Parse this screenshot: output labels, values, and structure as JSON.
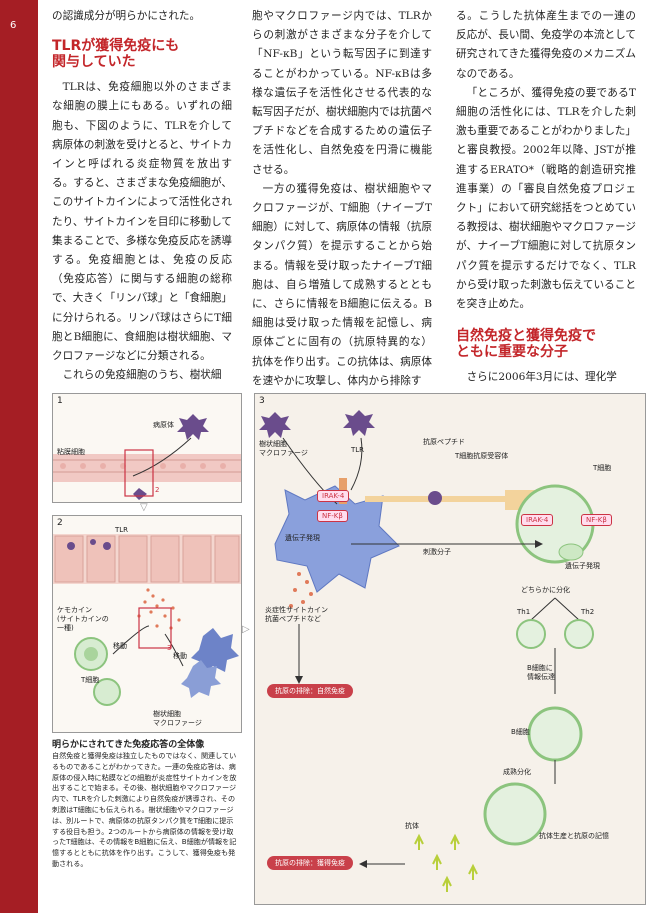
{
  "page_number": "6",
  "col1": {
    "lead": "の認識成分が明らかにされた。",
    "heading1_line1": "TLRが獲得免疫にも",
    "heading1_line2": "関与していた",
    "p1": "TLRは、免疫細胞以外のさまざまな細胞の膜上にもある。いずれの細胞も、下図のように、TLRを介して病原体の刺激を受けとると、サイトカインと呼ばれる炎症物質を放出する。すると、さまざまな免疫細胞が、このサイトカインによって活性化されたり、サイトカインを目印に移動して集まることで、多様な免疫反応を誘導する。免疫細胞とは、免疫の反応（免疫応答）に関与する細胞の総称で、大きく「リンパ球」と「食細胞」に分けられる。リンパ球はさらにT細胞とB細胞に、食細胞は樹状細胞、マクロファージなどに分類される。",
    "p2": "これらの免疫細胞のうち、樹状細"
  },
  "col2": {
    "p1": "胞やマクロファージ内では、TLRからの刺激がさまざまな分子を介して「NF-κB」という転写因子に到達することがわかっている。NF-κBは多様な遺伝子を活性化させる代表的な転写因子だが、樹状細胞内では抗菌ペプチドなどを合成するための遺伝子を活性化し、自然免疫を円滑に機能させる。",
    "p2": "一方の獲得免疫は、樹状細胞やマクロファージが、T細胞（ナイーブT細胞）に対して、病原体の情報（抗原タンパク質）を提示することから始まる。情報を受け取ったナイーブT細胞は、自ら増殖して成熟するとともに、さらに情報をB細胞に伝える。B細胞は受け取った情報を記憶し、病原体ごとに固有の（抗原特異的な）抗体を作り出す。この抗体は、病原体を速やかに攻撃し、体内から排除す"
  },
  "col3": {
    "p1": "る。こうした抗体産生までの一連の反応が、長い間、免疫学の本流として研究されてきた獲得免疫のメカニズムなのである。",
    "p2": "「ところが、獲得免疫の要であるT細胞の活性化には、TLRを介した刺激も重要であることがわかりました」と審良教授。2002年以降、JSTが推進するERATO*（戦略的創造研究推進事業）の「審良自然免疫プロジェクト」において研究総括をつとめている教授は、樹状細胞やマクロファージが、ナイーブT細胞に対して抗原タンパク質を提示するだけでなく、TLRから受け取った刺激も伝えていることを突き止めた。",
    "heading2_line1": "自然免疫と獲得免疫で",
    "heading2_line2": "ともに重要な分子",
    "p3": "さらに2006年3月には、理化学"
  },
  "figure": {
    "panel1": {
      "num": "1",
      "pathogen": "病原体",
      "mucosa": "粘膜細胞",
      "zoom": "2"
    },
    "panel2": {
      "num": "2",
      "tlr": "TLR",
      "chemokine": "ケモカイン\n(サイトカインの\n一種)",
      "migrate1": "移動",
      "migrate2": "移動",
      "tcell": "T細胞",
      "zoom": "3",
      "dc": "樹状細胞\nマクロファージ"
    },
    "panel3": {
      "num": "3",
      "dc": "樹状細胞\nマクロファージ",
      "tlr": "TLR",
      "irak": "IRAK-4",
      "nfkb": "NF-Kβ",
      "gene": "遺伝子発現",
      "antigen_peptide": "抗原ペプチド",
      "tcr": "T細胞抗原受容体",
      "tcell": "T細胞",
      "irak2": "IRAK-4",
      "nfkb2": "NF-Kβ",
      "gene2": "遺伝子発現",
      "stim": "刺激分子",
      "differentiate": "どちらかに分化",
      "th1": "Th1",
      "th2": "Th2",
      "inflam": "炎症性サイトカイン\n抗菌ペプチドなど",
      "exclude1": "抗原の排除：自然免疫",
      "bcell_info": "B細胞に\n情報伝達",
      "bcell": "B細胞",
      "mature": "成熟分化",
      "antibody": "抗体",
      "production": "抗体生産と抗原の記憶",
      "exclude2": "抗原の排除：獲得免疫"
    }
  },
  "caption": {
    "title": "明らかにされてきた免疫応答の全体像",
    "body": "自然免疫と獲得免疫は独立したものではなく、関連しているものであることがわかってきた。一連の免疫応答は、病原体の侵入時に粘膜などの細胞が炎症性サイトカインを放出することで始まる。その後、樹状細胞やマクロファージ内で、TLRを介した刺激により自然免疫が誘導され、その刺激はT細胞にも伝えられる。樹状細胞やマクロファージは、別ルートで、病原体の抗原タンパク質をT細胞に提示する役目も担う。2つのルートから病原体の情報を受け取ったT細胞は、その情報をB細胞に伝え、B細胞が情報を記憶するとともに抗体を作り出す。こうして、獲得免疫も発動される。"
  },
  "colors": {
    "accent": "#c3262a",
    "sidebar": "#a51e24",
    "panel_bg": "#f6f1ea",
    "cell_green": "#8cc47e",
    "dc_blue": "#6d83c8",
    "pathogen_purple": "#6a4c8c"
  }
}
